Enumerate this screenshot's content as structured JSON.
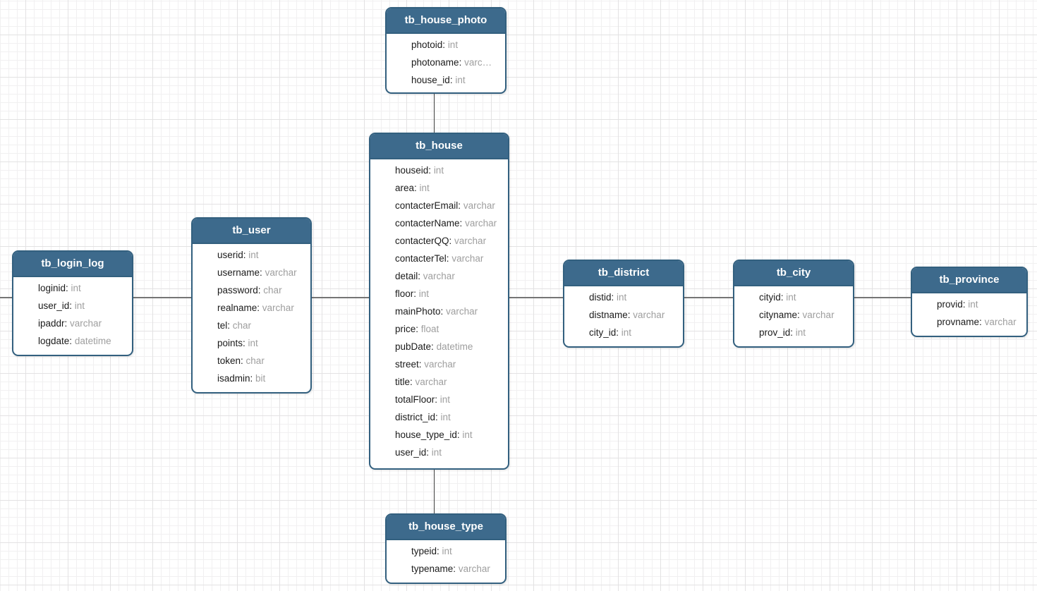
{
  "diagram": {
    "separator": ": ",
    "colors": {
      "header_bg": "#3d6a8c",
      "entity_border": "#33607f",
      "field_name": "#1b1b1b",
      "field_type": "#9e9e9e",
      "connector_horizontal": "#757575",
      "connector_vertical": "#3c3c3c",
      "canvas_bg": "#ffffff",
      "grid_minor": "#f1f0f1",
      "grid_major": "#e3e2e3"
    },
    "tables": [
      {
        "id": "tb_house_photo",
        "title": "tb_house_photo",
        "fields": [
          {
            "name": "photoid",
            "type": "int"
          },
          {
            "name": "photoname",
            "type": "varc…"
          },
          {
            "name": "house_id",
            "type": "int"
          }
        ]
      },
      {
        "id": "tb_house",
        "title": "tb_house",
        "fields": [
          {
            "name": "houseid",
            "type": "int"
          },
          {
            "name": "area",
            "type": "int"
          },
          {
            "name": "contacterEmail",
            "type": "varchar"
          },
          {
            "name": "contacterName",
            "type": "varchar"
          },
          {
            "name": "contacterQQ",
            "type": "varchar"
          },
          {
            "name": "contacterTel",
            "type": "varchar"
          },
          {
            "name": "detail",
            "type": "varchar"
          },
          {
            "name": "floor",
            "type": "int"
          },
          {
            "name": "mainPhoto",
            "type": "varchar"
          },
          {
            "name": "price",
            "type": "float"
          },
          {
            "name": "pubDate",
            "type": "datetime"
          },
          {
            "name": "street",
            "type": "varchar"
          },
          {
            "name": "title",
            "type": "varchar"
          },
          {
            "name": "totalFloor",
            "type": "int"
          },
          {
            "name": "district_id",
            "type": "int"
          },
          {
            "name": "house_type_id",
            "type": "int"
          },
          {
            "name": "user_id",
            "type": "int"
          }
        ]
      },
      {
        "id": "tb_user",
        "title": "tb_user",
        "fields": [
          {
            "name": "userid",
            "type": "int"
          },
          {
            "name": "username",
            "type": "varchar"
          },
          {
            "name": "password",
            "type": "char"
          },
          {
            "name": "realname",
            "type": "varchar"
          },
          {
            "name": "tel",
            "type": "char"
          },
          {
            "name": "points",
            "type": "int"
          },
          {
            "name": "token",
            "type": "char"
          },
          {
            "name": "isadmin",
            "type": "bit"
          }
        ]
      },
      {
        "id": "tb_login_log",
        "title": "tb_login_log",
        "fields": [
          {
            "name": "loginid",
            "type": "int"
          },
          {
            "name": "user_id",
            "type": "int"
          },
          {
            "name": "ipaddr",
            "type": "varchar"
          },
          {
            "name": "logdate",
            "type": "datetime"
          }
        ]
      },
      {
        "id": "tb_district",
        "title": "tb_district",
        "fields": [
          {
            "name": "distid",
            "type": "int"
          },
          {
            "name": "distname",
            "type": "varchar"
          },
          {
            "name": "city_id",
            "type": "int"
          }
        ]
      },
      {
        "id": "tb_city",
        "title": "tb_city",
        "fields": [
          {
            "name": "cityid",
            "type": "int"
          },
          {
            "name": "cityname",
            "type": "varchar"
          },
          {
            "name": "prov_id",
            "type": "int"
          }
        ]
      },
      {
        "id": "tb_province",
        "title": "tb_province",
        "fields": [
          {
            "name": "provid",
            "type": "int"
          },
          {
            "name": "provname",
            "type": "varchar"
          }
        ]
      },
      {
        "id": "tb_house_type",
        "title": "tb_house_type",
        "fields": [
          {
            "name": "typeid",
            "type": "int"
          },
          {
            "name": "typename",
            "type": "varchar"
          }
        ]
      }
    ],
    "connections": [
      {
        "from": "tb_house_photo",
        "to": "tb_house"
      },
      {
        "from": "tb_house",
        "to": "tb_house_type"
      },
      {
        "from": "tb_login_log",
        "to": "tb_user"
      },
      {
        "from": "tb_user",
        "to": "tb_house"
      },
      {
        "from": "tb_house",
        "to": "tb_district"
      },
      {
        "from": "tb_district",
        "to": "tb_city"
      },
      {
        "from": "tb_city",
        "to": "tb_province"
      },
      {
        "from": "left-edge",
        "to": "tb_login_log"
      }
    ]
  }
}
